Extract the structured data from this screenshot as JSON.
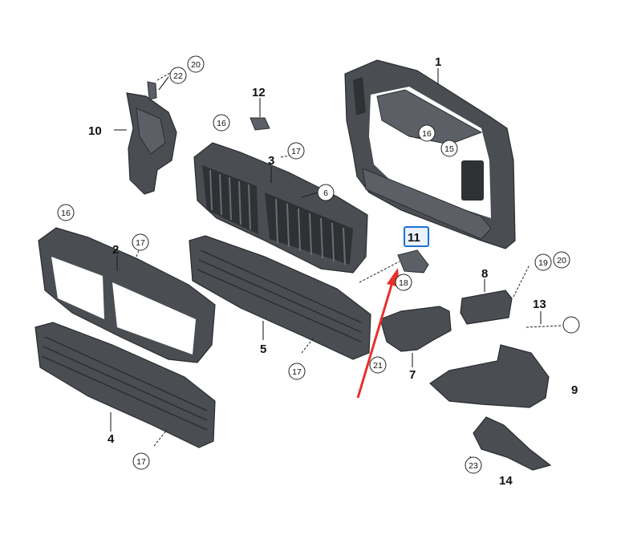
{
  "diagram": {
    "callout_numbers": {
      "p1": "1",
      "p2": "2",
      "p3": "3",
      "p4": "4",
      "p5": "5",
      "p6": "6",
      "p7": "7",
      "p8": "8",
      "p9": "9",
      "p10": "10",
      "p11": "11",
      "p12": "12",
      "p13": "13",
      "p14": "14",
      "p15": "15",
      "p16": "16",
      "p17": "17",
      "p18": "18",
      "p19": "19",
      "p20": "20",
      "p21": "21",
      "p22": "22",
      "p23": "23"
    },
    "highlight": {
      "part": "11",
      "color": "#1f6fd6"
    },
    "arrow": {
      "color": "#e8312a",
      "points_to": "11"
    },
    "colors": {
      "part_fill": "#4a4d52",
      "text": "#111111",
      "background": "#ffffff"
    }
  }
}
